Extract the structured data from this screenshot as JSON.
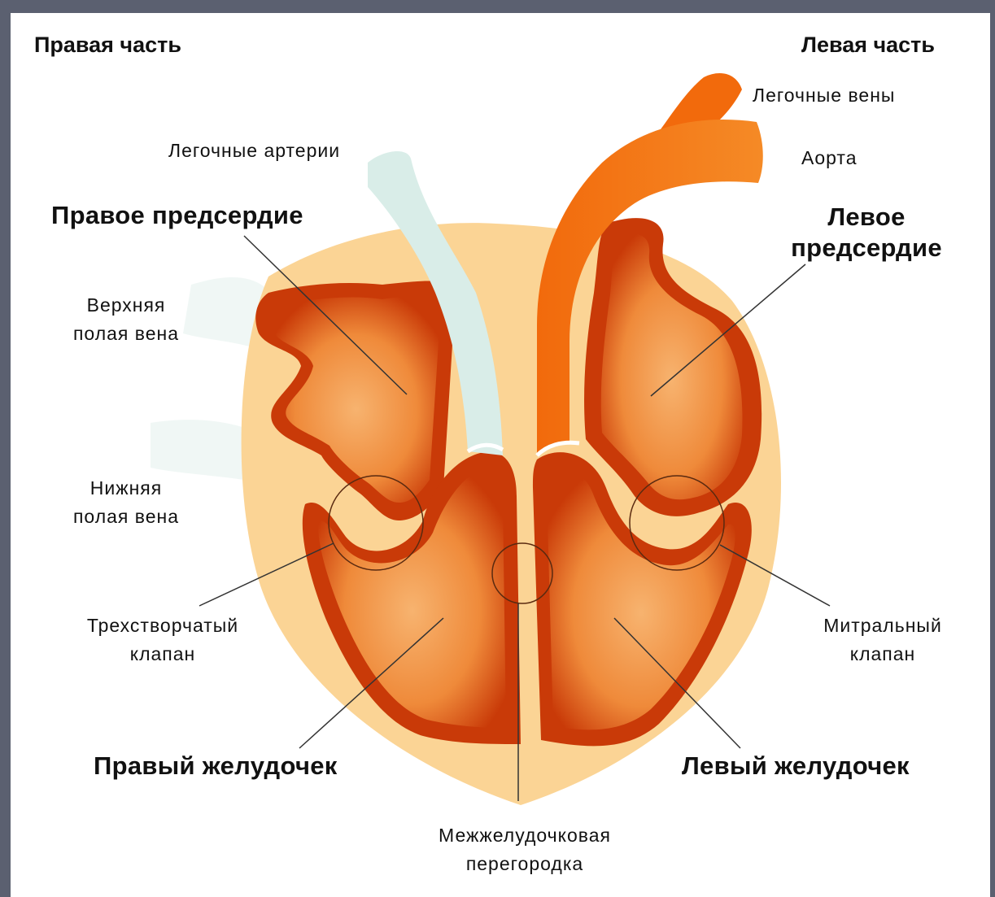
{
  "header": {
    "right_side": "Правая часть",
    "left_side": "Левая часть"
  },
  "labels": {
    "pulmonary_veins": "Легочные вены",
    "aorta": "Аорта",
    "pulmonary_arteries": "Легочные артерии",
    "right_atrium": "Правое предсердие",
    "left_atrium_1": "Левое",
    "left_atrium_2": "предсердие",
    "superior_vena_cava_1": "Верхняя",
    "superior_vena_cava_2": "полая вена",
    "inferior_vena_cava_1": "Нижняя",
    "inferior_vena_cava_2": "полая вена",
    "tricuspid_valve_1": "Трехстворчатый",
    "tricuspid_valve_2": "клапан",
    "mitral_valve_1": "Митральный",
    "mitral_valve_2": "клапан",
    "right_ventricle": "Правый желудочек",
    "left_ventricle": "Левый желудочек",
    "septum_1": "Межжелудочковая",
    "septum_2": "перегородка"
  },
  "colors": {
    "frame": "#5b6070",
    "heart_body": "#fbd495",
    "chamber_outer": "#c93a08",
    "chamber_inner": "#f5a45e",
    "vessel_orange": "#f3720f",
    "vessel_blue": "#d9ede8",
    "leader_line": "#333333"
  }
}
